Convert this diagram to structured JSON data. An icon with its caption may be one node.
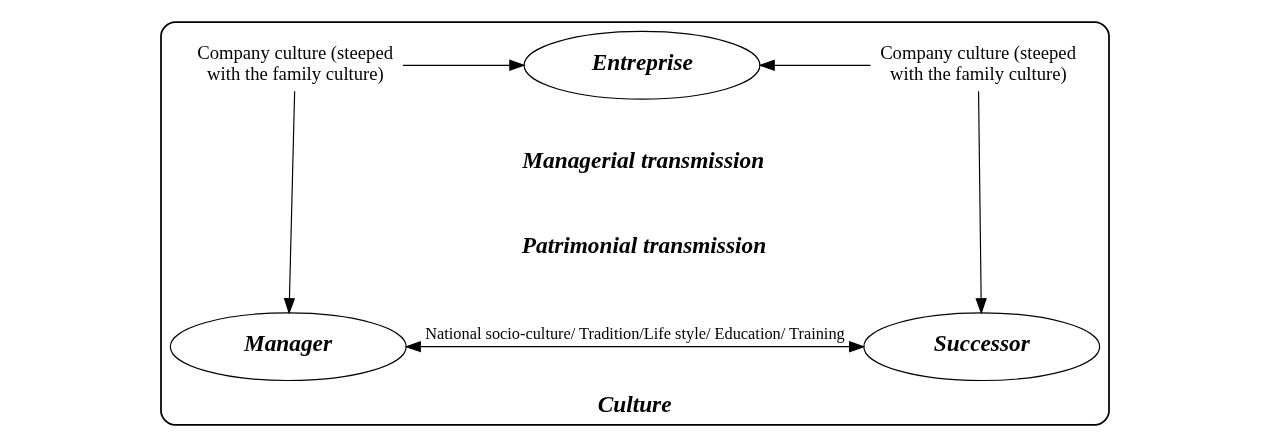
{
  "diagram": {
    "nodes": [
      {
        "text": [
          "Culture"
        ]
      },
      {
        "text": [
          "Entreprise"
        ],
        "in": 0
      },
      {
        "text": [
          "Company culture (steeped with the family culture)"
        ],
        "in": 0
      },
      {
        "text": [
          "Company culture (steeped with the family culture)"
        ],
        "in": 0
      },
      {
        "text": [
          "Manager"
        ],
        "in": 0
      },
      {
        "text": [
          "Successor"
        ],
        "in": 0
      }
    ],
    "edges": [
      {
        "from": 2,
        "to": 1,
        "arrow": "to"
      },
      {
        "from": 2,
        "to": 4,
        "arrow": "to"
      },
      {
        "from": 3,
        "to": 1,
        "arrow": "to"
      },
      {
        "from": 3,
        "to": 5,
        "arrow": "to"
      },
      {
        "from": 4,
        "to": 5,
        "arrow": "both",
        "label": "National socio-culture/ Tradition/Life style/ Education/ Training"
      }
    ],
    "labels": [
      "Managerial transmission",
      "Patrimonial transmission"
    ]
  }
}
